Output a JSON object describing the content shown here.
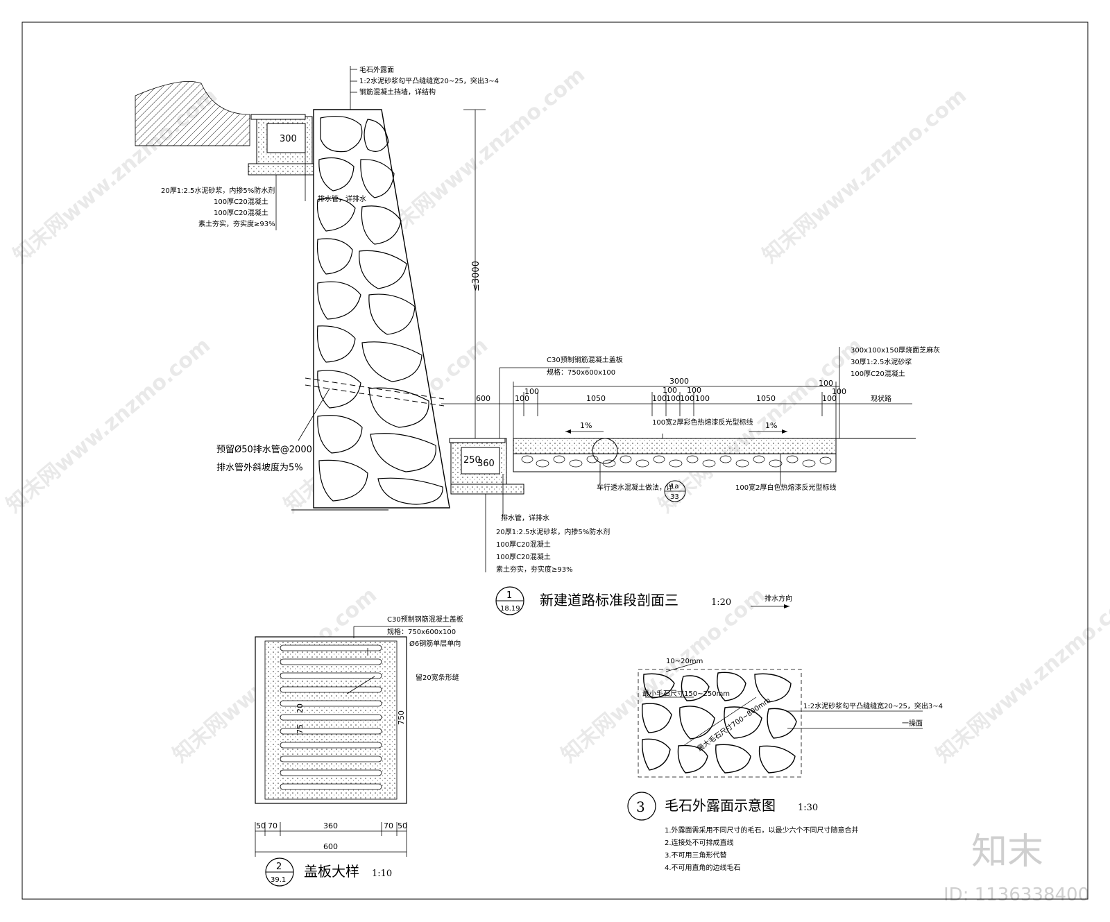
{
  "watermark": {
    "site": "知末网www.znzmo.com",
    "brand": "知末",
    "id_text": "ID: 1136338400"
  },
  "section1": {
    "number": "1",
    "ref": "18.19",
    "title": "新建道路标准段剖面三",
    "scale": "1:20",
    "drain_direction": "排水方向",
    "wall_notes": [
      "毛石外露面",
      "1:2水泥砂浆勾平凸缝缝宽20~25，突出3~4",
      "钢筋混凝土挡墙，详结构"
    ],
    "left_layers": [
      "20厚1:2.5水泥砂浆，内掺5%防水剂",
      "100厚C20混凝土",
      "100厚C20混凝土",
      "素土夯实，夯实度≥93%"
    ],
    "left_gutter_width": "300",
    "left_pipe_note": "排水管，详排水",
    "height_dim": "≤3000",
    "drain_pipe_note_1": "预留Ø50排水管@2000",
    "drain_pipe_note_2": "排水管外斜坡度为5%",
    "cover_note_1": "C30预制钢筋混凝土盖板",
    "cover_note_2": "规格：750x600x100",
    "right_notes": [
      "300x100x150厚烧面芝麻灰",
      "30厚1:2.5水泥砂浆",
      "100厚C20混凝土"
    ],
    "dim_total": "3000",
    "dim_600": "600",
    "dims_row": [
      "100",
      "1050",
      "100",
      "100",
      "100",
      "100",
      "1050",
      "100",
      "100"
    ],
    "dims_upper": [
      "100",
      "100",
      "100",
      "100"
    ],
    "existing_road": "现状路",
    "slope_left": "1%",
    "slope_right": "1%",
    "marking_color": "100宽2厚彩色热熔漆反光型标线",
    "marking_white": "100宽2厚白色热熔漆反光型标线",
    "pavement_note": "车行透水混凝土做法，详",
    "detail_ref_top": "1a",
    "detail_ref_bottom": "33",
    "gutter_depth": "250",
    "gutter_width": "360",
    "bottom_pipe_note": "排水管，详排水",
    "bottom_layers": [
      "20厚1:2.5水泥砂浆，内掺5%防水剂",
      "100厚C20混凝土",
      "100厚C20混凝土",
      "素土夯实，夯实度≥93%"
    ]
  },
  "section2": {
    "number": "2",
    "ref": "39.1",
    "title": "盖板大样",
    "scale": "1:10",
    "notes": [
      "C30预制钢筋混凝土盖板",
      "规格：750x600x100",
      "Ø6钢筋单层单向",
      "留20宽条形缝"
    ],
    "dim_height": "750",
    "dim_20": "20",
    "dim_75": "75",
    "dims_bottom": [
      "50",
      "70",
      "360",
      "70",
      "50"
    ],
    "dim_total": "600"
  },
  "section3": {
    "number": "3",
    "title": "毛石外露面示意图",
    "scale": "1:30",
    "dim_joint": "10~20mm",
    "dim_min": "最小毛石尺寸150~250mm",
    "dim_max": "最大毛石尺寸700~800mm",
    "note_mortar": "1:2水泥砂浆勾平凸缝缝宽20~25，突出3~4",
    "note_face": "一操面",
    "notes": [
      "1.外露面需采用不同尺寸的毛石，以最少六个不同尺寸随意合并",
      "2.连接处不可排成直线",
      "3.不可用三角形代替",
      "4.不可用直角的边线毛石"
    ]
  }
}
